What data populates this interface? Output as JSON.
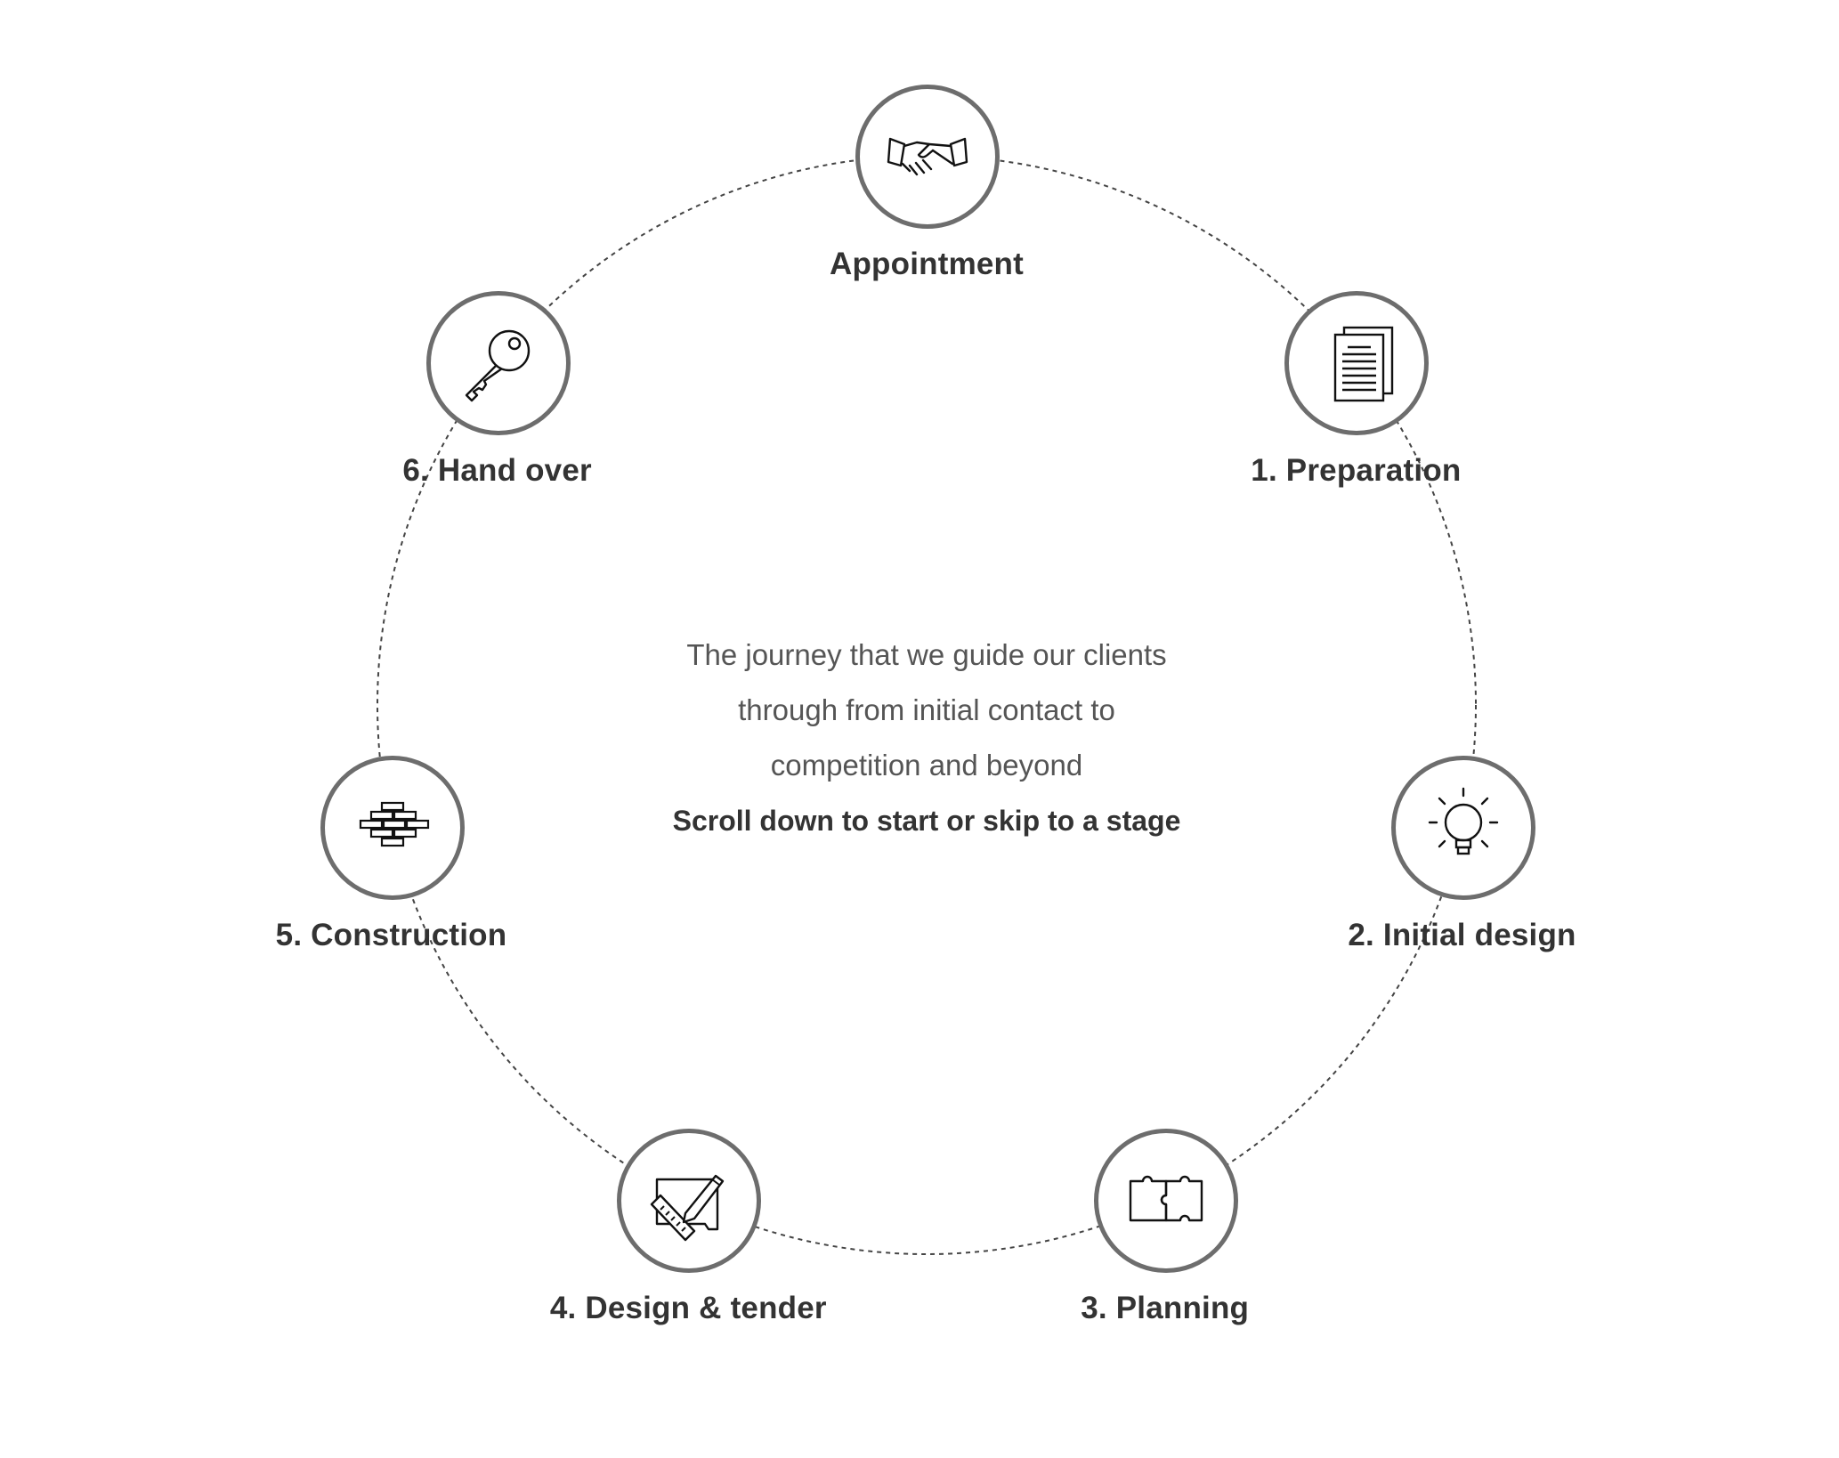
{
  "intro": {
    "lines": [
      "The journey that we guide our clients",
      "through from initial contact to",
      "competition and beyond"
    ],
    "cta": "Scroll down to start or skip to a stage"
  },
  "stages": [
    {
      "label": "Appointment",
      "icon": "handshake-icon"
    },
    {
      "label": "1. Preparation",
      "icon": "documents-icon"
    },
    {
      "label": "2. Initial design",
      "icon": "lightbulb-icon"
    },
    {
      "label": "3. Planning",
      "icon": "puzzle-icon"
    },
    {
      "label": "4. Design & tender",
      "icon": "drawing-ruler-pencil-icon"
    },
    {
      "label": "5. Construction",
      "icon": "bricks-icon"
    },
    {
      "label": "6. Hand over",
      "icon": "key-icon"
    }
  ],
  "colors": {
    "ring_stroke": "#444444",
    "node_border": "#6d6d6d",
    "icon_stroke": "#111111",
    "label_text": "#333333",
    "intro_text": "#555555"
  }
}
